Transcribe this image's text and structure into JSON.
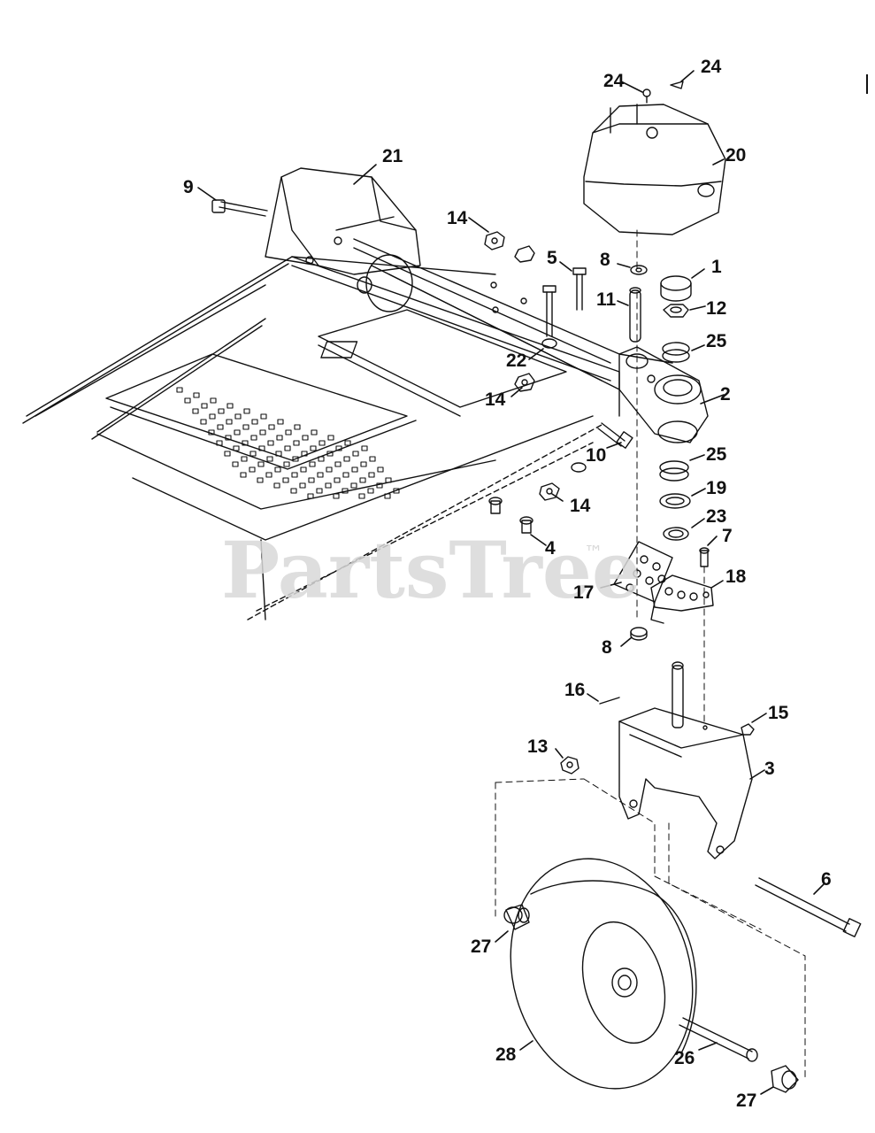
{
  "diagram": {
    "watermark": "PartsTree",
    "watermark_mark": "™",
    "callouts": {
      "c1": "1",
      "c2": "2",
      "c3": "3",
      "c4": "4",
      "c5": "5",
      "c6": "6",
      "c7": "7",
      "c8a": "8",
      "c8b": "8",
      "c9": "9",
      "c10": "10",
      "c11": "11",
      "c12": "12",
      "c13": "13",
      "c14a": "14",
      "c14b": "14",
      "c14c": "14",
      "c15": "15",
      "c16": "16",
      "c17": "17",
      "c18": "18",
      "c19": "19",
      "c20": "20",
      "c21": "21",
      "c22": "22",
      "c23": "23",
      "c24a": "24",
      "c24b": "24",
      "c25a": "25",
      "c25b": "25",
      "c26": "26",
      "c27a": "27",
      "c27b": "27",
      "c28": "28"
    }
  }
}
